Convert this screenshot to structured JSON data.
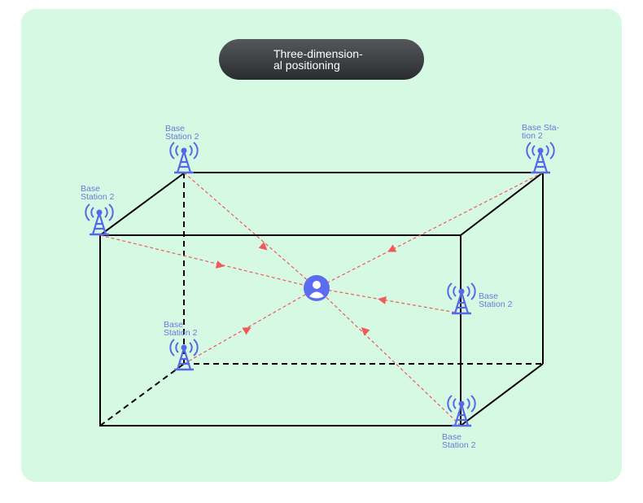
{
  "title": {
    "line1": "Three-dimension-",
    "line2": "al positioning"
  },
  "stations": {
    "top_back_left": {
      "line1": "Base",
      "line2": "Station 2"
    },
    "top_back_right": {
      "line1": "Base Sta-",
      "line2": "tion 2"
    },
    "top_front_left": {
      "line1": "Base",
      "line2": "Station 2"
    },
    "right_middle": {
      "line1": "Base",
      "line2": "Station 2"
    },
    "bottom_back_left": {
      "line1": "Base",
      "line2": "Station 2"
    },
    "bottom_front_right": {
      "line1": "Base",
      "line2": "Station 2"
    }
  },
  "colors": {
    "background": "#d5f9e3",
    "tower": "#5468e8",
    "signal_line": "#f25a5a",
    "user_icon": "#5b6cf0",
    "box_edge": "#000000"
  },
  "icons": {
    "station": "cell-tower-icon",
    "user": "user-icon"
  }
}
